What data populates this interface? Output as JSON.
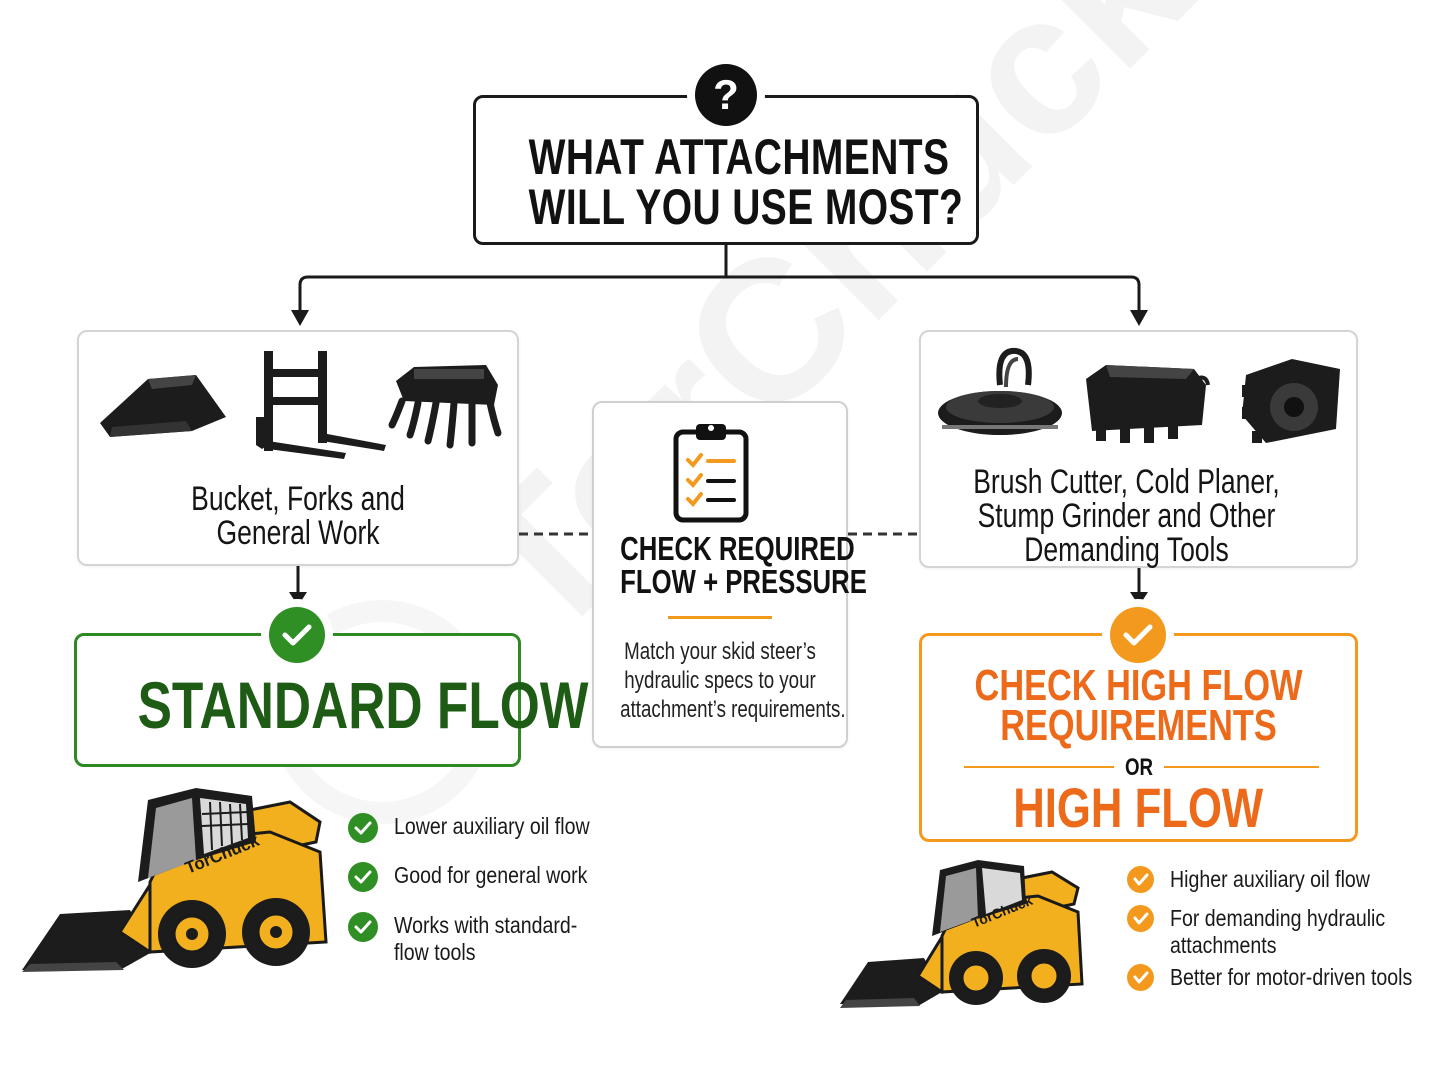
{
  "question": {
    "icon": "question-mark-icon",
    "icon_glyph": "?",
    "line1": "WHAT ATTACHMENTS",
    "line2": "WILL YOU USE MOST?"
  },
  "left_branch": {
    "label_line1": "Bucket, Forks and",
    "label_line2": "General Work",
    "icons": [
      "bucket-icon",
      "pallet-forks-icon",
      "grapple-icon"
    ],
    "result_title": "STANDARD FLOW",
    "bullets": [
      {
        "lines": [
          "Lower auxiliary oil flow"
        ]
      },
      {
        "lines": [
          "Good for general work"
        ]
      },
      {
        "lines": [
          "Works with standard-",
          "flow tools"
        ]
      }
    ],
    "loader_brand": "TorChuck"
  },
  "center": {
    "icon": "clipboard-checklist-icon",
    "title_line1": "CHECK REQUIRED",
    "title_line2": "FLOW + PRESSURE",
    "desc_lines": [
      "Match your skid steer’s",
      "hydraulic specs to your",
      "attachment’s requirements."
    ]
  },
  "right_branch": {
    "label_lines": [
      "Brush Cutter, Cold Planer,",
      "Stump Grinder and Other",
      "Demanding Tools"
    ],
    "icons": [
      "brush-cutter-icon",
      "cold-planer-icon",
      "stump-grinder-icon"
    ],
    "req_line1": "CHECK HIGH FLOW",
    "req_line2": "REQUIREMENTS",
    "or_text": "OR",
    "result_title": "HIGH FLOW",
    "bullets": [
      {
        "lines": [
          "Higher auxiliary oil flow"
        ]
      },
      {
        "lines": [
          "For demanding hydraulic",
          "attachments"
        ]
      },
      {
        "lines": [
          "Better for motor-driven tools"
        ]
      }
    ],
    "loader_brand": "TorChuck"
  },
  "watermark": "TorChuck",
  "colors": {
    "green": "#2f8f24",
    "dark_green": "#1e5c16",
    "orange": "#f39a1e",
    "orange_text": "#ec6a1a",
    "loader_yellow": "#f2b01e"
  }
}
